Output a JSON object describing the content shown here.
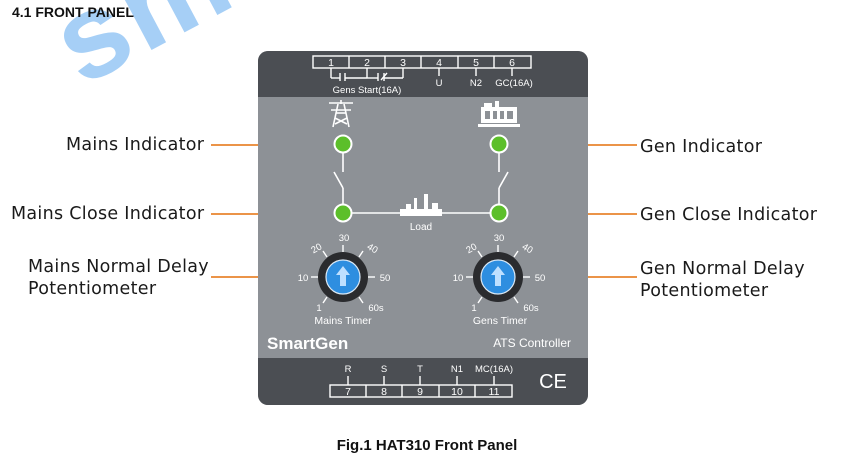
{
  "section_heading": "4.1  FRONT PANEL",
  "watermark": "sm",
  "caption": "Fig.1 HAT310 Front Panel",
  "callouts": {
    "mains_indicator": "Mains Indicator",
    "mains_close_indicator": "Mains Close Indicator",
    "mains_potentiometer_line1": "Mains Normal Delay",
    "mains_potentiometer_line2": "Potentiometer",
    "gen_indicator": "Gen Indicator",
    "gen_close_indicator": "Gen Close Indicator",
    "gen_potentiometer_line1": "Gen Normal Delay",
    "gen_potentiometer_line2": "Potentiometer"
  },
  "top_terminals": {
    "numbers": [
      "1",
      "2",
      "3",
      "4",
      "5",
      "6"
    ],
    "gens_start_label": "Gens Start(16A)",
    "u_label": "U",
    "n2_label": "N2",
    "gc_label": "GC(16A)"
  },
  "bottom_terminals": {
    "labels": [
      "R",
      "S",
      "T",
      "N1",
      "MC(16A)"
    ],
    "numbers": [
      "7",
      "8",
      "9",
      "10",
      "11"
    ],
    "ce_mark": "CE"
  },
  "panel": {
    "load_label": "Load",
    "brand": "SmartGen",
    "product": "ATS Controller",
    "mains_timer_label": "Mains Timer",
    "gens_timer_label": "Gens Timer",
    "dial_ticks": [
      "1",
      "10",
      "20",
      "30",
      "40",
      "50",
      "60s"
    ]
  },
  "colors": {
    "panel_body": "#8d9196",
    "panel_bands": "#4b4e53",
    "led_green": "#5cbf2a",
    "leader_orange": "#e8852e",
    "knob_blue": "#2e8ee0",
    "watermark_blue": "#5fa9f0"
  }
}
